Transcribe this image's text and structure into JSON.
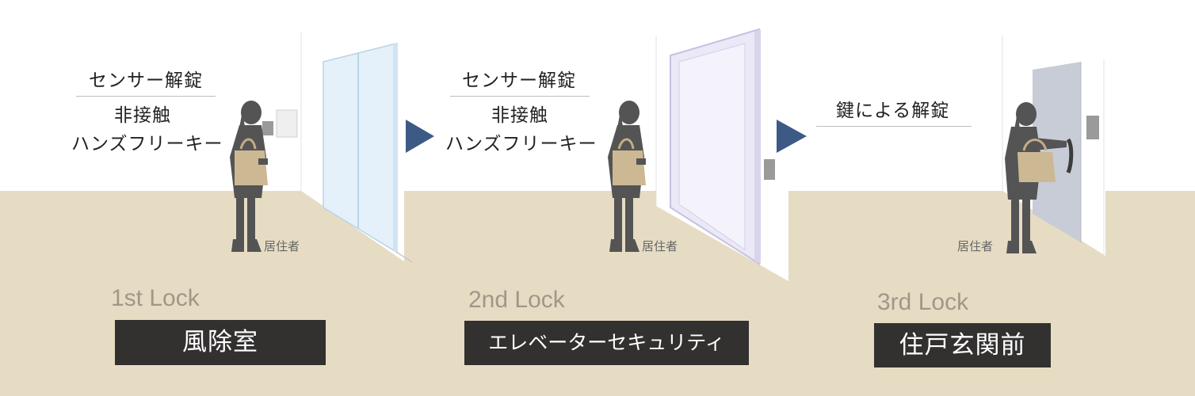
{
  "colors": {
    "floor": "#e6dcc4",
    "wall": "#ffffff",
    "silhouette": "#545454",
    "arrow": "#3d5a86",
    "label_box": "#333030",
    "lock_number": "#9f9888"
  },
  "stages": [
    {
      "lock_number": "1st Lock",
      "zone": "風除室",
      "method_primary": "センサー解錠",
      "method_secondary": [
        "非接触",
        "ハンズフリーキー"
      ],
      "person_label": "居住者"
    },
    {
      "lock_number": "2nd Lock",
      "zone": "エレベーターセキュリティ",
      "method_primary": "センサー解錠",
      "method_secondary": [
        "非接触",
        "ハンズフリーキー"
      ],
      "person_label": "居住者"
    },
    {
      "lock_number": "3rd Lock",
      "zone": "住戸玄関前",
      "method_primary": "鍵による解錠",
      "method_secondary": [],
      "person_label": "居住者"
    }
  ],
  "arrows": [
    "next-arrow",
    "next-arrow"
  ]
}
